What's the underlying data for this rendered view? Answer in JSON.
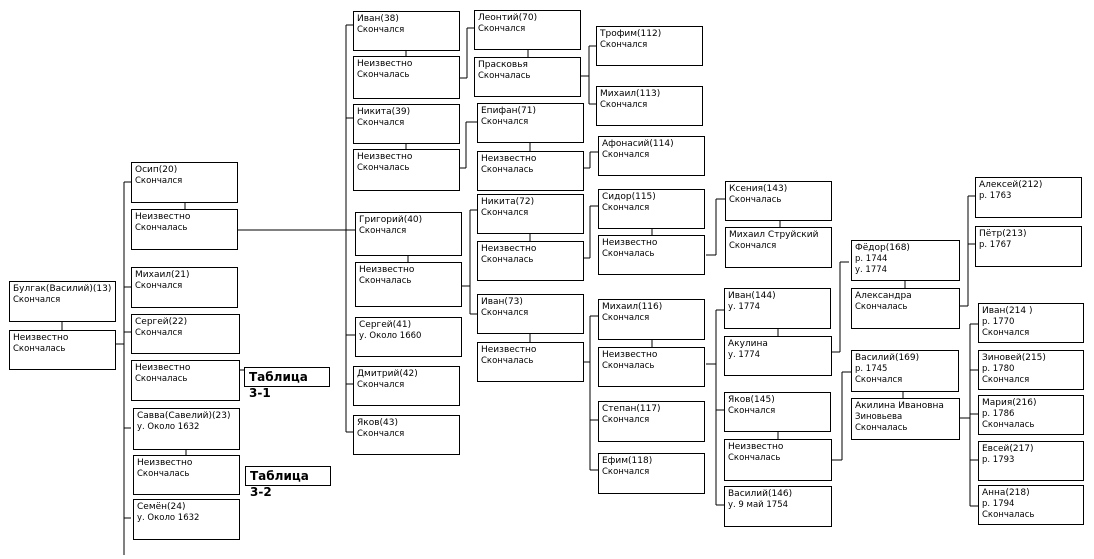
{
  "persons": {
    "p13": {
      "name": "Булгак(Василий)(13)",
      "l1": "Скончался",
      "l2": ""
    },
    "w13": {
      "name": "Неизвестно",
      "l1": "Скончалась",
      "l2": ""
    },
    "p20": {
      "name": "Осип(20)",
      "l1": "Скончался",
      "l2": ""
    },
    "w20": {
      "name": "Неизвестно",
      "l1": "Скончалась",
      "l2": ""
    },
    "p21": {
      "name": "Михаил(21)",
      "l1": "Скончался",
      "l2": ""
    },
    "p22": {
      "name": "Сергей(22)",
      "l1": "Скончался",
      "l2": ""
    },
    "w22": {
      "name": "Неизвестно",
      "l1": "Скончалась",
      "l2": ""
    },
    "p23": {
      "name": "Савва(Савелий)(23)",
      "l1": "у. Около 1632",
      "l2": ""
    },
    "w23": {
      "name": "Неизвестно",
      "l1": "Скончалась",
      "l2": ""
    },
    "p24": {
      "name": "Семён(24)",
      "l1": "у. Около 1632",
      "l2": ""
    },
    "p38": {
      "name": "Иван(38)",
      "l1": "Скончался",
      "l2": ""
    },
    "w38": {
      "name": "Неизвестно",
      "l1": "Скончалась",
      "l2": ""
    },
    "p39": {
      "name": "Никита(39)",
      "l1": "Скончался",
      "l2": ""
    },
    "w39": {
      "name": "Неизвестно",
      "l1": "Скончалась",
      "l2": ""
    },
    "p40": {
      "name": "Григорий(40)",
      "l1": "Скончался",
      "l2": ""
    },
    "w40": {
      "name": "Неизвестно",
      "l1": "Скончалась",
      "l2": ""
    },
    "p41": {
      "name": "Сергей(41)",
      "l1": "у. Около 1660",
      "l2": ""
    },
    "p42": {
      "name": "Дмитрий(42)",
      "l1": "Скончался",
      "l2": ""
    },
    "p43": {
      "name": "Яков(43)",
      "l1": "Скончался",
      "l2": ""
    },
    "p70": {
      "name": "Леонтий(70)",
      "l1": "Скончался",
      "l2": ""
    },
    "w70": {
      "name": "Прасковья",
      "l1": "Скончалась",
      "l2": ""
    },
    "p71": {
      "name": "Епифан(71)",
      "l1": "Скончался",
      "l2": ""
    },
    "w71": {
      "name": "Неизвестно",
      "l1": "Скончалась",
      "l2": ""
    },
    "p72": {
      "name": "Никита(72)",
      "l1": "Скончался",
      "l2": ""
    },
    "w72": {
      "name": "Неизвестно",
      "l1": "Скончалась",
      "l2": ""
    },
    "p73": {
      "name": "Иван(73)",
      "l1": "Скончался",
      "l2": ""
    },
    "w73": {
      "name": "Неизвестно",
      "l1": "Скончалась",
      "l2": ""
    },
    "p112": {
      "name": "Трофим(112)",
      "l1": "Скончался",
      "l2": ""
    },
    "p113": {
      "name": "Михаил(113)",
      "l1": "Скончался",
      "l2": ""
    },
    "p114": {
      "name": "Афонасий(114)",
      "l1": "Скончался",
      "l2": ""
    },
    "p115": {
      "name": "Сидор(115)",
      "l1": "Скончался",
      "l2": ""
    },
    "w115": {
      "name": "Неизвестно",
      "l1": "Скончалась",
      "l2": ""
    },
    "p116": {
      "name": "Михаил(116)",
      "l1": "Скончался",
      "l2": ""
    },
    "w116": {
      "name": "Неизвестно",
      "l1": "Скончалась",
      "l2": ""
    },
    "p117": {
      "name": "Степан(117)",
      "l1": "Скончался",
      "l2": ""
    },
    "p118": {
      "name": "Ефим(118)",
      "l1": "Скончался",
      "l2": ""
    },
    "p143": {
      "name": "Ксения(143)",
      "l1": "Скончалась",
      "l2": ""
    },
    "h143": {
      "name": "Михаил Струйский",
      "l1": "Скончался",
      "l2": ""
    },
    "p144": {
      "name": "Иван(144)",
      "l1": "у. 1774",
      "l2": ""
    },
    "w144": {
      "name": "Акулина",
      "l1": "у. 1774",
      "l2": ""
    },
    "p145": {
      "name": "Яков(145)",
      "l1": "Скончался",
      "l2": ""
    },
    "w145": {
      "name": "Неизвестно",
      "l1": "Скончалась",
      "l2": ""
    },
    "p146": {
      "name": "Василий(146)",
      "l1": "у. 9 май 1754",
      "l2": ""
    },
    "p168": {
      "name": "Фёдор(168)",
      "l1": "р. 1744",
      "l2": "у. 1774"
    },
    "w168": {
      "name": "Александра",
      "l1": "Скончалась",
      "l2": ""
    },
    "p169": {
      "name": "Василий(169)",
      "l1": "р. 1745",
      "l2": "Скончался"
    },
    "w169": {
      "name": "Акилина Ивановна",
      "l1": "Зиновьева",
      "l2": "Скончалась"
    },
    "p212": {
      "name": "Алексей(212)",
      "l1": "р. 1763",
      "l2": ""
    },
    "p213": {
      "name": "Пётр(213)",
      "l1": "р. 1767",
      "l2": ""
    },
    "p214": {
      "name": "Иван(214 )",
      "l1": "р. 1770",
      "l2": "Скончался"
    },
    "p215": {
      "name": "Зиновей(215)",
      "l1": "р. 1780",
      "l2": "Скончался"
    },
    "p216": {
      "name": "Мария(216)",
      "l1": "р. 1786",
      "l2": "Скончалась"
    },
    "p217": {
      "name": "Евсей(217)",
      "l1": "р. 1793",
      "l2": ""
    },
    "p218": {
      "name": "Анна(218)",
      "l1": "р. 1794",
      "l2": "Скончалась"
    }
  },
  "refs": {
    "t31": "Таблица 3-1",
    "t32": "Таблица 3-2"
  }
}
